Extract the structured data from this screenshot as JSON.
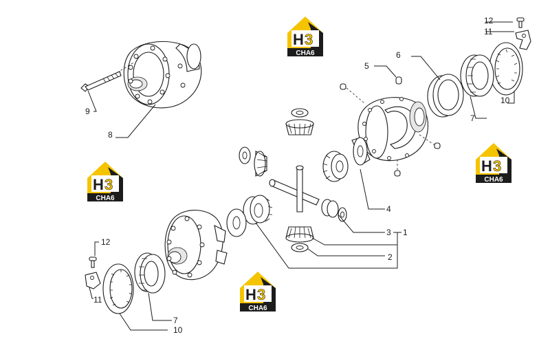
{
  "diagram": {
    "callouts": {
      "c1": "1",
      "c2": "2",
      "c3": "3",
      "c4": "4",
      "c5": "5",
      "c6": "6",
      "c7a": "7",
      "c7b": "7",
      "c8": "8",
      "c9": "9",
      "c10a": "10",
      "c10b": "10",
      "c11a": "11",
      "c11b": "11",
      "c12a": "12",
      "c12b": "12"
    }
  },
  "watermark": {
    "letters": "H3",
    "caption": "CHA6",
    "colors": {
      "yellow": "#f5c400",
      "dark": "#1c1c1c",
      "white": "#ffffff"
    }
  }
}
